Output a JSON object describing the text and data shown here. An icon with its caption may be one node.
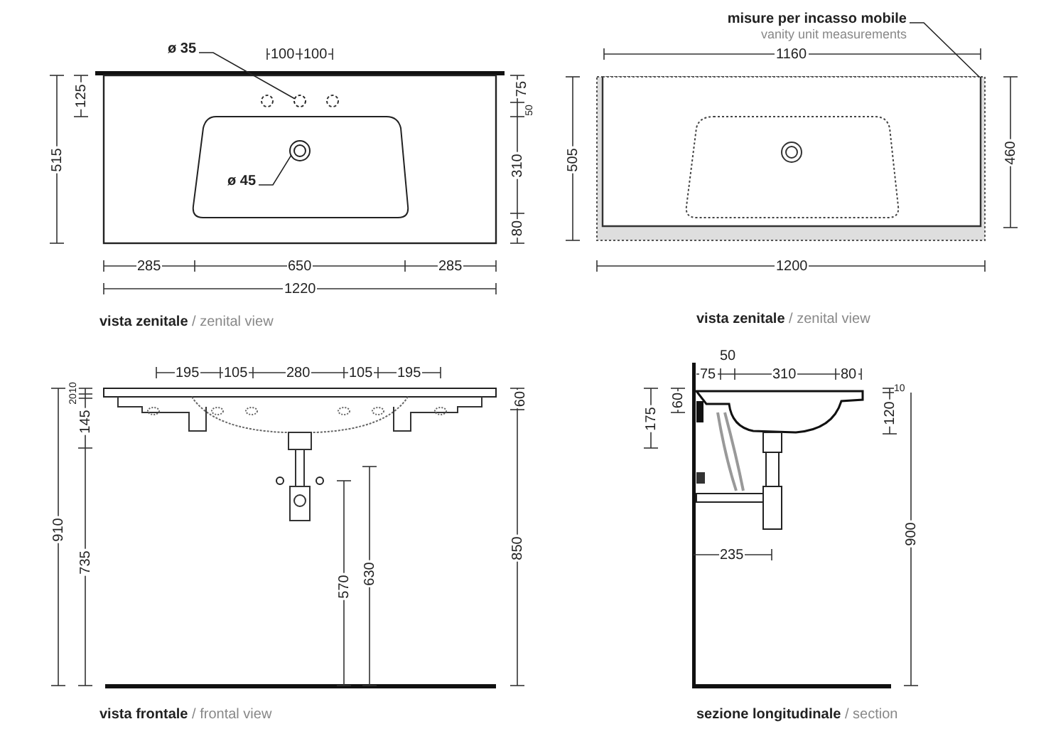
{
  "diagram": {
    "nodes": [
      {
        "text": [
          "ø 35"
        ]
      },
      {
        "text": [],
        "shape": "circle"
      },
      {
        "text": [
          "ø 45"
        ]
      },
      {
        "text": [],
        "shape": "circle"
      },
      {
        "text": [
          "misure per incasso mobile",
          "vanity unit measurements"
        ]
      }
    ],
    "edges": [
      {
        "from": 0,
        "to": 1,
        "arrow": "none"
      },
      {
        "from": 2,
        "to": 3,
        "arrow": "none"
      },
      {
        "from": 4,
        "to": null,
        "arrow": "none"
      }
    ],
    "labels": [
      "100",
      "100",
      "125",
      "75",
      "50",
      "515",
      "310",
      "80",
      "285",
      "650",
      "285",
      "1220",
      "**vista zenitale** / zenital view",
      "1160",
      "505",
      "460",
      "1200",
      "**vista zenitale** / zenital view",
      "195",
      "105",
      "280",
      "105",
      "195",
      "20",
      "10",
      "60",
      "145",
      "910",
      "735",
      "570",
      "630",
      "850",
      "**vista frontale** / frontal view",
      "75",
      "50",
      "310",
      "80",
      "175",
      "60",
      "10",
      "120",
      "900",
      "235",
      "**sezione longitudinale** / section"
    ]
  }
}
